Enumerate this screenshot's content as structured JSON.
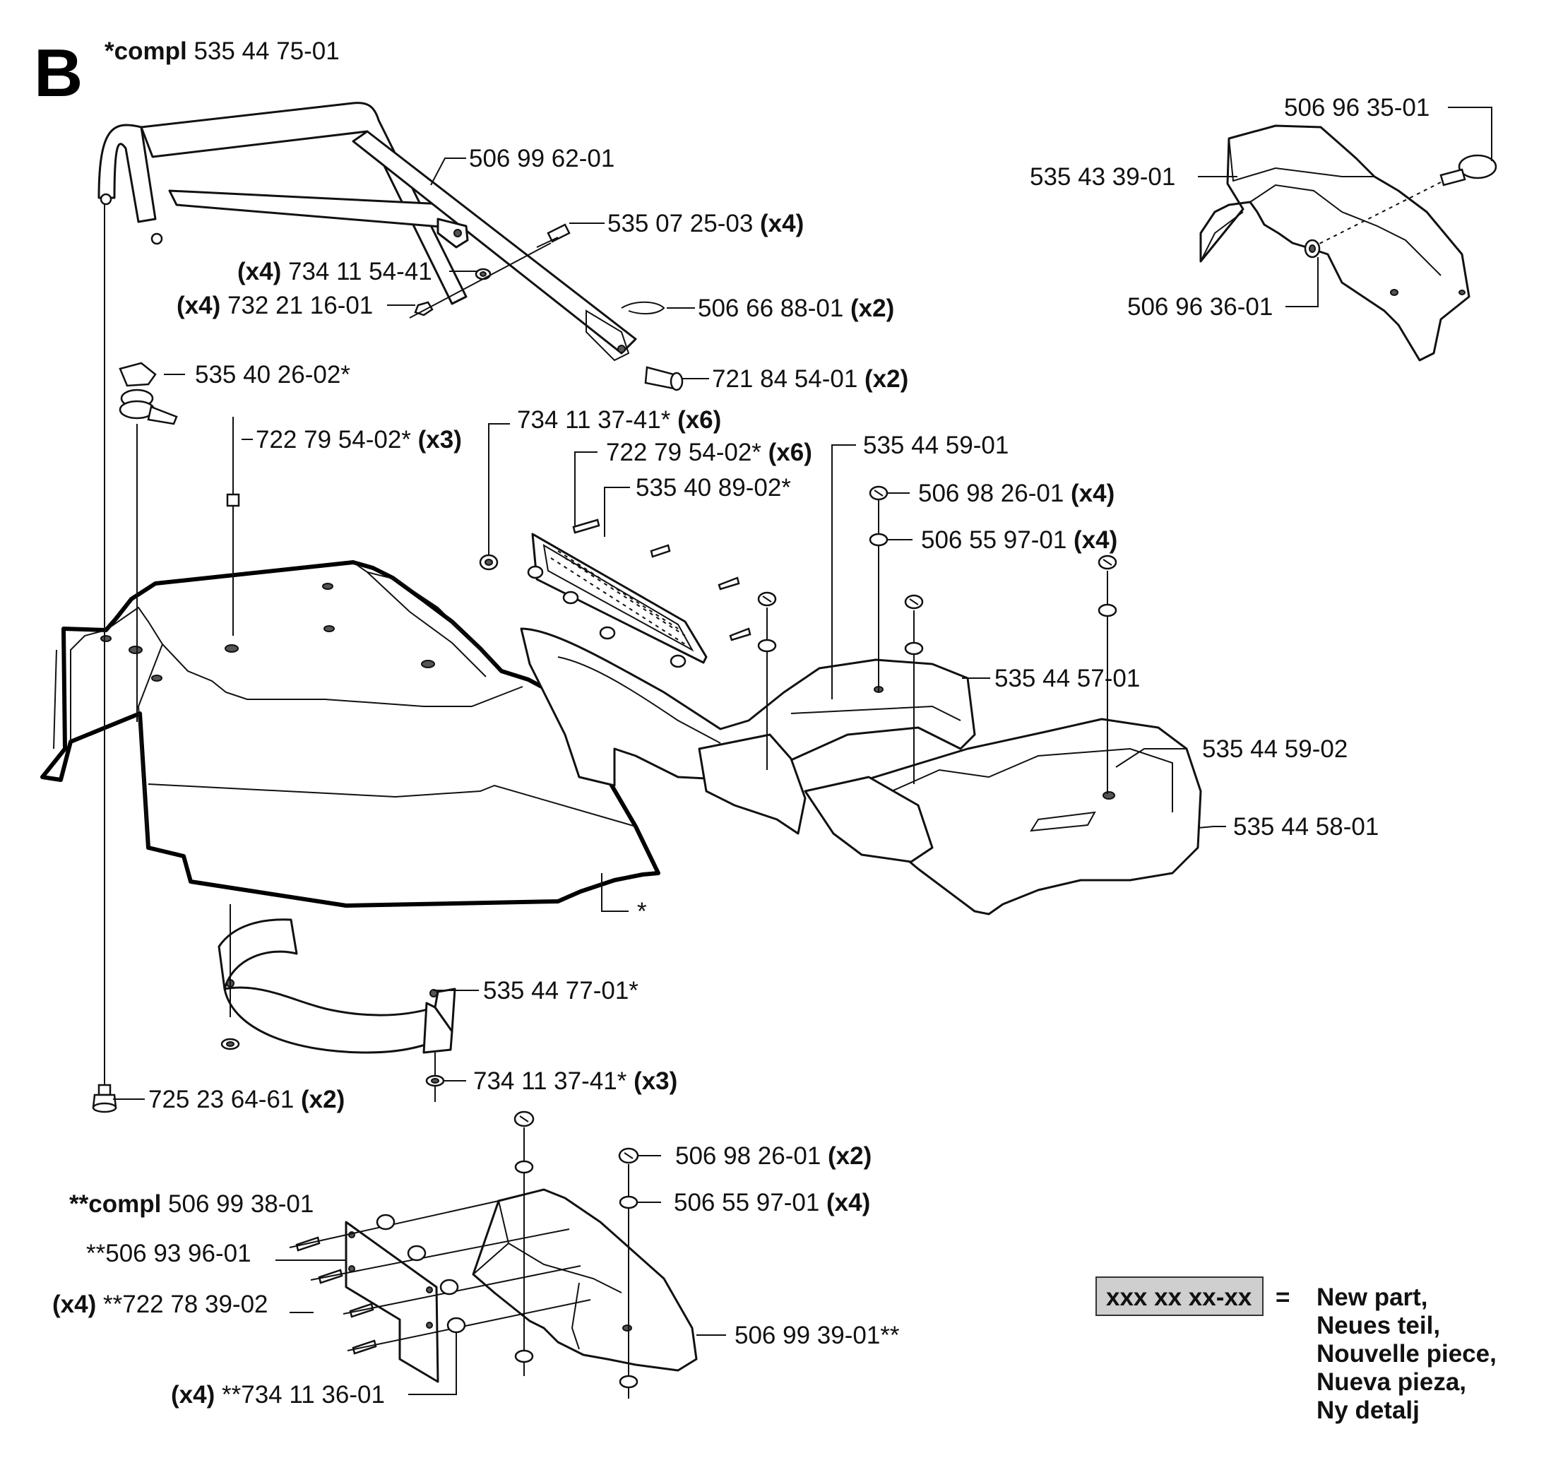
{
  "section": {
    "letter": "B",
    "compl_prefix": "*compl",
    "compl_number": "535 44 75-01"
  },
  "labels": {
    "l_535_40_26_02": "535 40 26-02*",
    "l_722_79_54_02_x3": "722 79 54-02*",
    "l_725_23_64_61": "725 23 64-61",
    "l_734_11_37_41_x3": "734 11 37-41*",
    "l_535_44_77_01": "535 44 77-01*",
    "l_star": "*",
    "l_506_99_62_01": "506 99 62-01",
    "l_535_07_25_03": "535 07 25-03",
    "l_734_11_54_41": "734 11 54-41",
    "l_732_21_16_01": "732 21 16-01",
    "l_506_66_88_01": "506 66 88-01",
    "l_721_84_54_01": "721 84 54-01",
    "l_734_11_37_41_x6": "734 11 37-41*",
    "l_722_79_54_02_x6": "722 79 54-02*",
    "l_535_40_89_02": "535 40 89-02*",
    "l_535_44_59_01": "535 44 59-01",
    "l_506_98_26_01_x4": "506 98 26-01",
    "l_506_55_97_01_x4_top": "506 55 97-01",
    "l_535_44_57_01": "535 44 57-01",
    "l_535_44_59_02": "535 44 59-02",
    "l_535_44_58_01": "535 44 58-01",
    "l_506_96_35_01": "506 96 35-01",
    "l_535_43_39_01": "535 43 39-01",
    "l_506_96_36_01": "506 96 36-01",
    "l_506_98_26_01_x2": "506 98 26-01",
    "l_506_55_97_01_x4_bot": "506 55 97-01",
    "l_compl2_prefix": "**compl",
    "l_compl2_number": "506 99 38-01",
    "l_506_93_96_01": "**506 93 96-01",
    "l_722_78_39_02": "**722 78 39-02",
    "l_734_11_36_01": "**734 11 36-01",
    "l_506_99_39_01": "506 99 39-01**"
  },
  "quantities": {
    "x2": "(x2)",
    "x3": "(x3)",
    "x4": "(x4)",
    "x6": "(x6)"
  },
  "legend": {
    "code": "xxx xx xx-xx",
    "equals": "=",
    "lines": [
      "New part,",
      "Neues teil,",
      "Nouvelle piece,",
      "Nueva pieza,",
      "Ny detalj"
    ]
  }
}
